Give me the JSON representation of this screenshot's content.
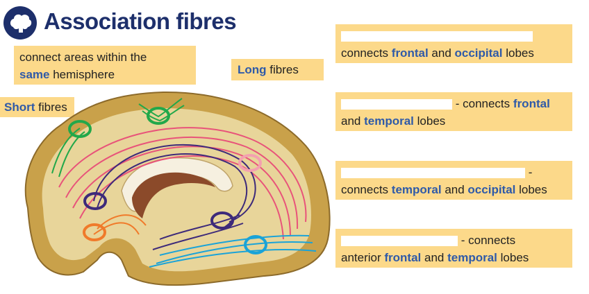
{
  "title": "Association fibres",
  "icon": "brain-icon",
  "def_box": {
    "line1": "connect areas within the",
    "same": "same",
    "rest": "hemisphere"
  },
  "long_label": {
    "hl": "Long",
    "rest": "fibres"
  },
  "short_label": {
    "hl": "Short",
    "rest": "fibres"
  },
  "fibre_boxes": [
    {
      "pre": "",
      "t1": "connects",
      "a": "frontal",
      "t2": "and",
      "b": "occipital",
      "t3": "lobes"
    },
    {
      "pre": "- connects",
      "a": "frontal",
      "t2": "and",
      "b": "temporal",
      "t3": "lobes"
    },
    {
      "pre": "-",
      "t1": "connects",
      "a": "temporal",
      "t2": "and",
      "b": "occipital",
      "t3": "lobes"
    },
    {
      "pre": "- connects",
      "t1": "anterior",
      "a": "frontal",
      "t2": "and",
      "b": "temporal",
      "t3": "lobes"
    }
  ],
  "colors": {
    "box": "#fcd98a",
    "highlight": "#2f5aa8",
    "title": "#1d2f6b",
    "green": "#22a84a",
    "pink": "#e8537a",
    "purple": "#3d2a7a",
    "orange": "#f07a2a",
    "cyan": "#1aa3d8"
  }
}
